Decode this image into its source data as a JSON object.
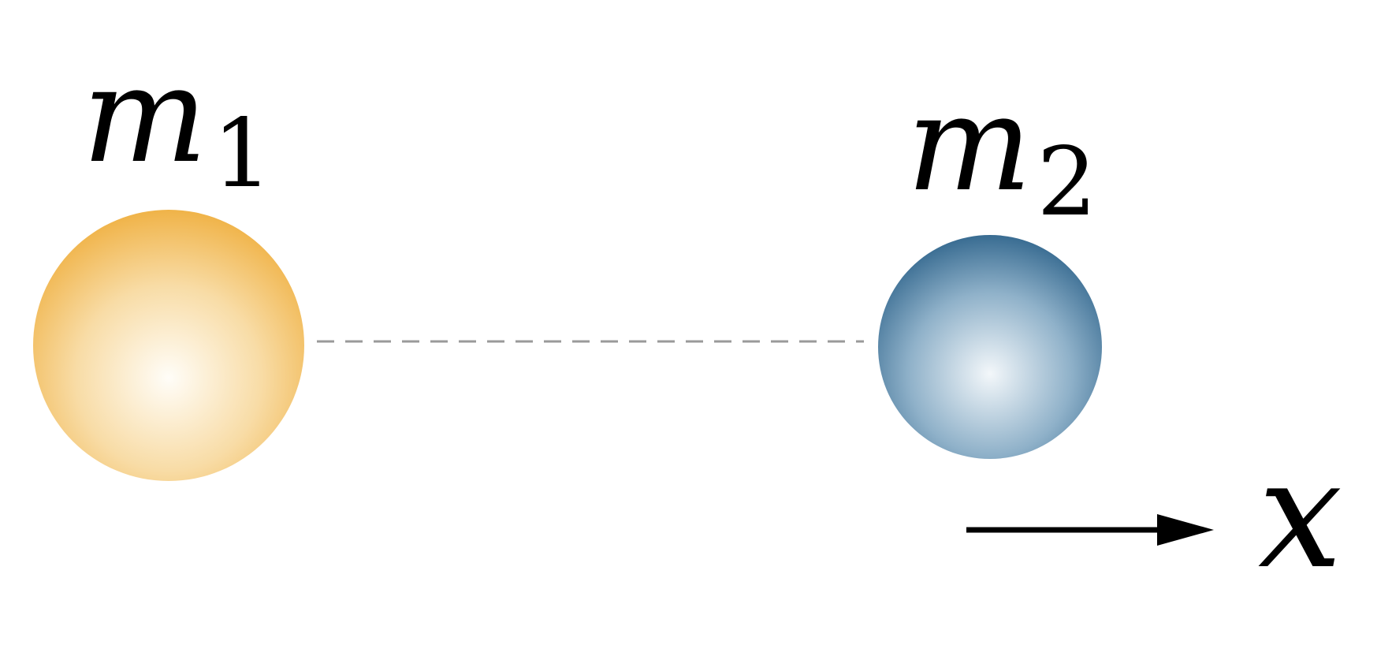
{
  "masses": [
    {
      "symbol": "m",
      "subscript": "1",
      "colors": {
        "highlight": "#fffdf8",
        "mid": "#f8dca6",
        "edge": "#f0b348"
      }
    },
    {
      "symbol": "m",
      "subscript": "2",
      "colors": {
        "highlight": "#f3f7fa",
        "mid": "#8fb1c9",
        "edge": "#2b6189"
      }
    }
  ],
  "axis": {
    "symbol": "x",
    "arrow_color": "#000000"
  },
  "connector": {
    "color": "#9a9a9a",
    "style": "dashed"
  }
}
